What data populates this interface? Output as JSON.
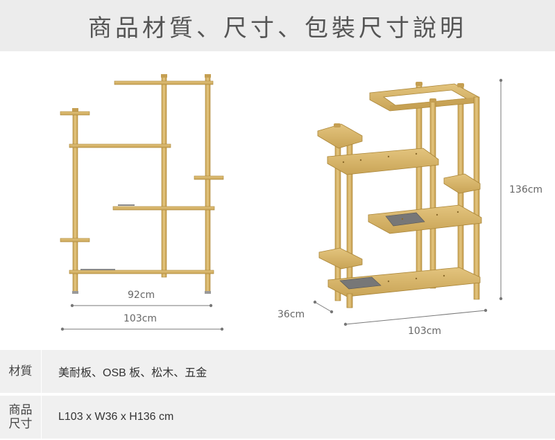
{
  "header": {
    "title": "商品材質、尺寸、包裝尺寸說明"
  },
  "dimensions": {
    "front_inner_width": "92cm",
    "front_outer_width": "103cm",
    "depth": "36cm",
    "iso_width": "103cm",
    "height": "136cm"
  },
  "specs": {
    "material": {
      "label": "材質",
      "value": "美耐板、OSB 板、松木、五金"
    },
    "size": {
      "label_line1": "商品",
      "label_line2": "尺寸",
      "value": "L103 x W36 x H136 cm"
    }
  },
  "colors": {
    "header_bg": "#ececec",
    "wood": "#d7b46a",
    "wood_edge": "#a98436",
    "metal_insert": "#777777",
    "row_bg": "#f0f0f0"
  }
}
